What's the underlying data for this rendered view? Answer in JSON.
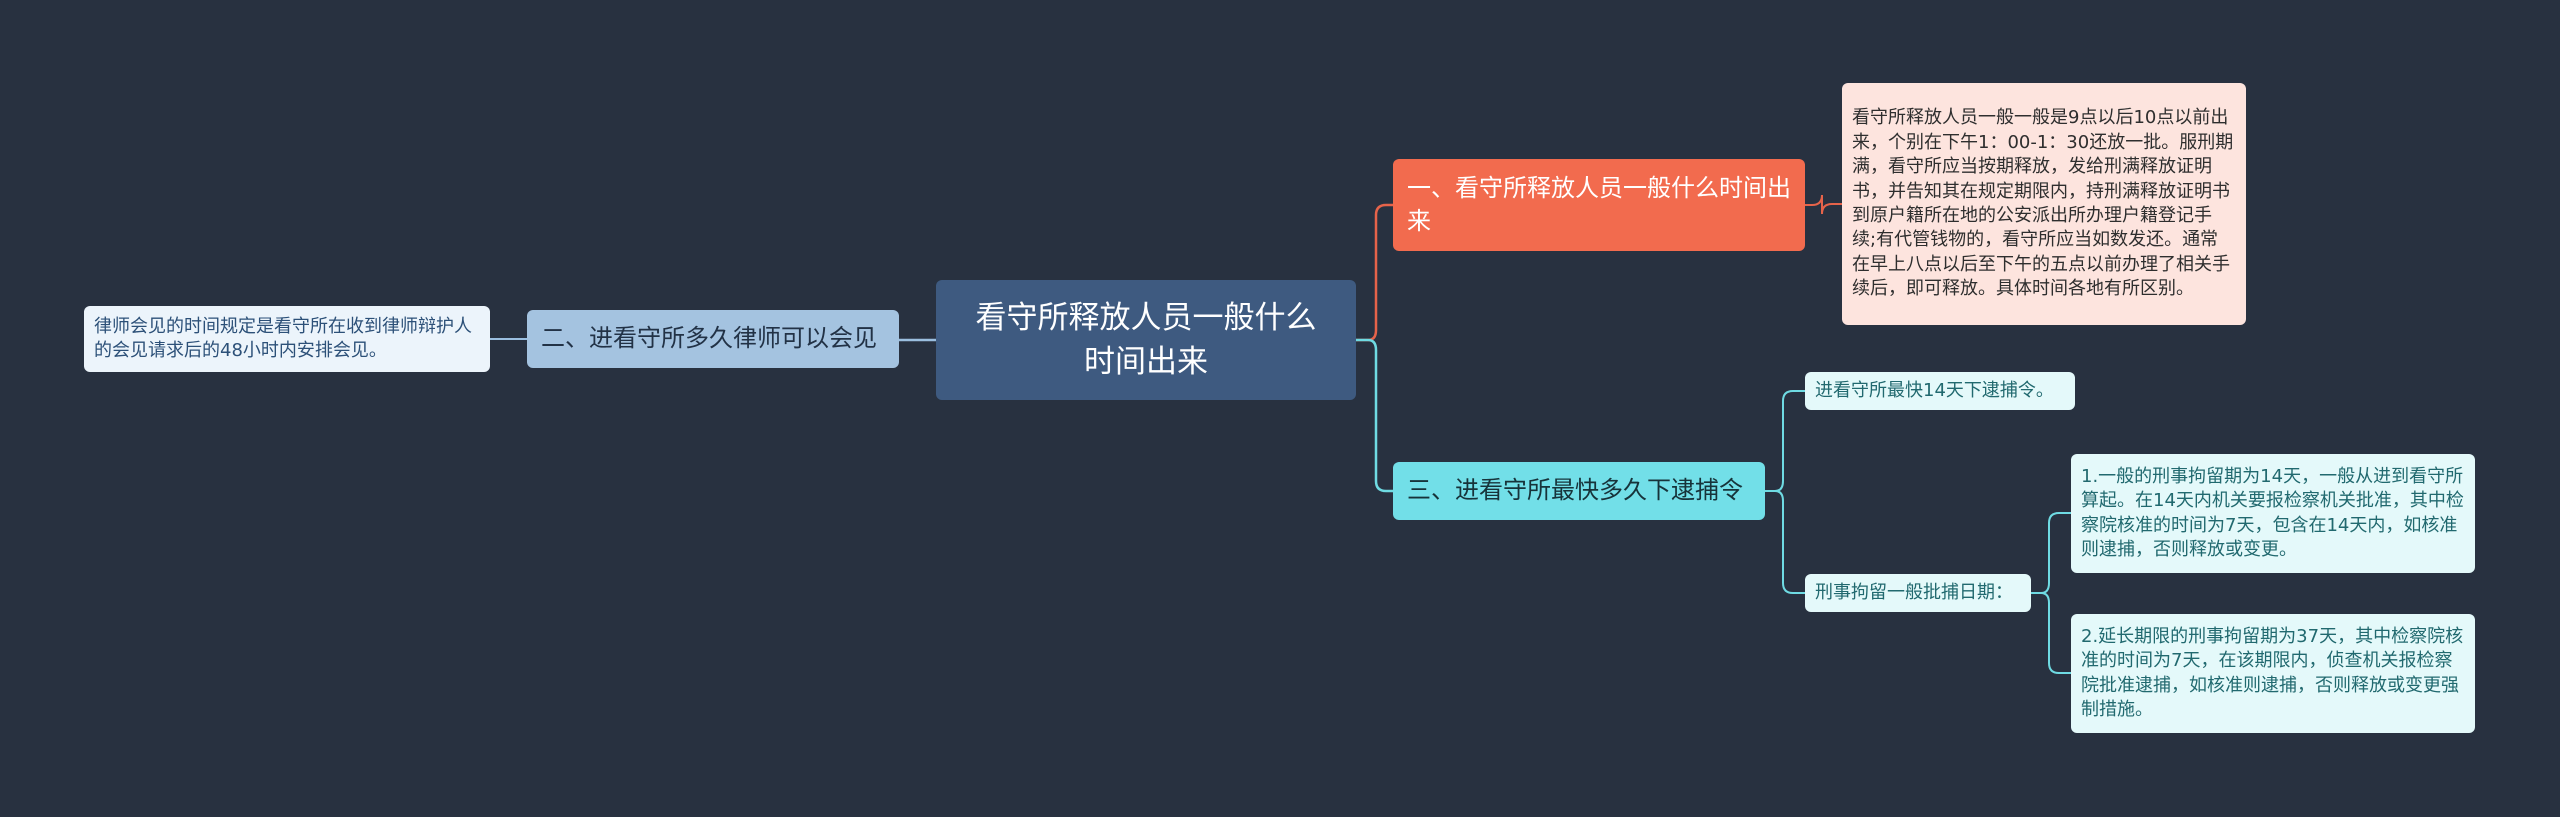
{
  "colors": {
    "background": "#283140",
    "root": "#3e5a80",
    "branch_1": "#f26b4e",
    "branch_2": "#a4c3e0",
    "branch_3": "#72dfe8",
    "link_orange": "#e6634a",
    "link_blue": "#9bbfe0",
    "link_cyan": "#6fdbe3"
  },
  "root": {
    "text": "看守所释放人员一般什么时间出来"
  },
  "branches": {
    "b1": {
      "label": "一、看守所释放人员一般什么时间出来",
      "detail": "看守所释放人员一般一般是9点以后10点以前出来，个别在下午1：00-1：30还放一批。服刑期满，看守所应当按期释放，发给刑满释放证明书，并告知其在规定期限内，持刑满释放证明书到原户籍所在地的公安派出所办理户籍登记手续;有代管钱物的，看守所应当如数发还。通常在早上八点以后至下午的五点以前办理了相关手续后，即可释放。具体时间各地有所区别。"
    },
    "b2": {
      "label": "二、进看守所多久律师可以会见",
      "detail": "律师会见的时间规定是看守所在收到律师辩护人的会见请求后的48小时内安排会见。"
    },
    "b3": {
      "label": "三、进看守所最快多久下逮捕令",
      "child_fast": "进看守所最快14天下逮捕令。",
      "child_period": {
        "label": "刑事拘留一般批捕日期：",
        "item_1": "1.一般的刑事拘留期为14天，一般从进到看守所算起。在14天内机关要报检察机关批准，其中检察院核准的时间为7天，包含在14天内，如核准则逮捕，否则释放或变更。",
        "item_2": "2.延长期限的刑事拘留期为37天，其中检察院核准的时间为7天，在该期限内，侦查机关报检察院批准逮捕，如核准则逮捕，否则释放或变更强制措施。"
      }
    }
  }
}
